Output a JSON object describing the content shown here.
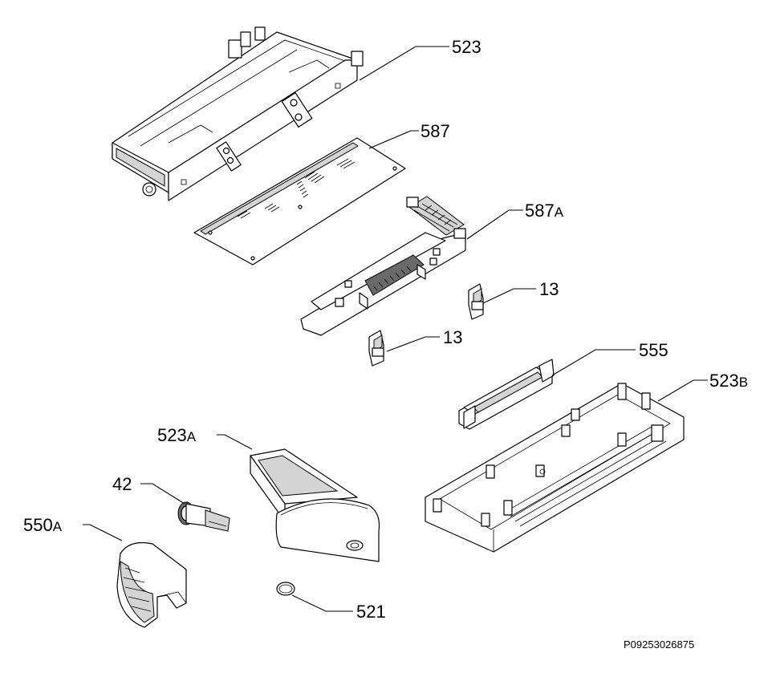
{
  "callouts": [
    {
      "id": "523",
      "number": "523",
      "suffix": ""
    },
    {
      "id": "587",
      "number": "587",
      "suffix": ""
    },
    {
      "id": "587a",
      "number": "587",
      "suffix": "A"
    },
    {
      "id": "13-upper",
      "number": "13",
      "suffix": ""
    },
    {
      "id": "13-lower",
      "number": "13",
      "suffix": ""
    },
    {
      "id": "555",
      "number": "555",
      "suffix": ""
    },
    {
      "id": "523b",
      "number": "523",
      "suffix": "B"
    },
    {
      "id": "523a",
      "number": "523",
      "suffix": "A"
    },
    {
      "id": "42",
      "number": "42",
      "suffix": ""
    },
    {
      "id": "550a",
      "number": "550",
      "suffix": "A"
    },
    {
      "id": "521",
      "number": "521",
      "suffix": ""
    }
  ],
  "drawing_code": "P09253026875"
}
